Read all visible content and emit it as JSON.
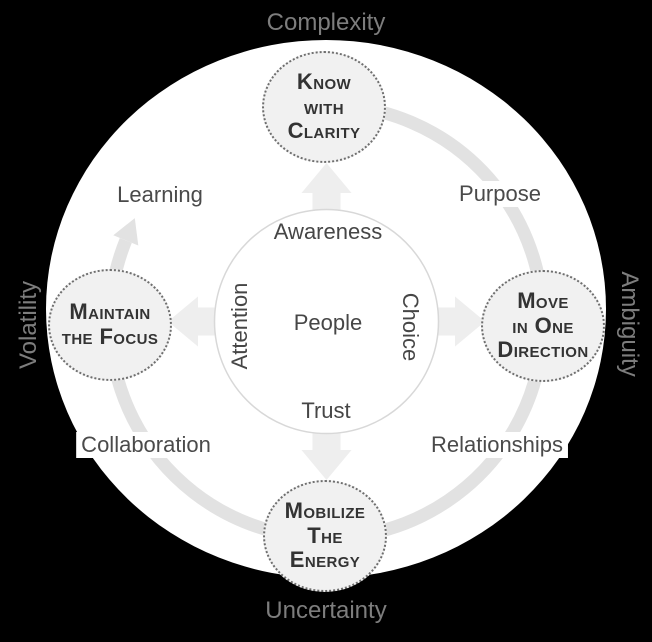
{
  "diagram_title": "VUCA leadership cycle diagram",
  "colors": {
    "background": "#000000",
    "disc": "#ffffff",
    "ring": "#e2e2e2",
    "cross_arrows": "#eeeeee",
    "node_fill": "#f1f1f1",
    "node_border": "#6e6e6e",
    "node_text": "#333333",
    "inner_text": "#464646",
    "quadrant_text": "#4a4a4a",
    "outer_text": "#7d7d7d"
  },
  "outer_labels": {
    "top": "Complexity",
    "bottom": "Uncertainty",
    "left": "Volatility",
    "right": "Ambiguity"
  },
  "quadrant_labels": {
    "top_left": "Learning",
    "top_right": "Purpose",
    "bottom_left": "Collaboration",
    "bottom_right": "Relationships"
  },
  "nodes": {
    "top": {
      "lines": [
        "Know",
        "with",
        "Clarity"
      ]
    },
    "right": {
      "lines": [
        "Move",
        "in One",
        "Direction"
      ]
    },
    "bottom": {
      "lines": [
        "Mobilize",
        "The",
        "Energy"
      ]
    },
    "left": {
      "lines": [
        "Maintain",
        "the Focus"
      ]
    }
  },
  "center": {
    "core": "People",
    "top": "Awareness",
    "left": "Attention",
    "right": "Choice",
    "bottom": "Trust"
  }
}
